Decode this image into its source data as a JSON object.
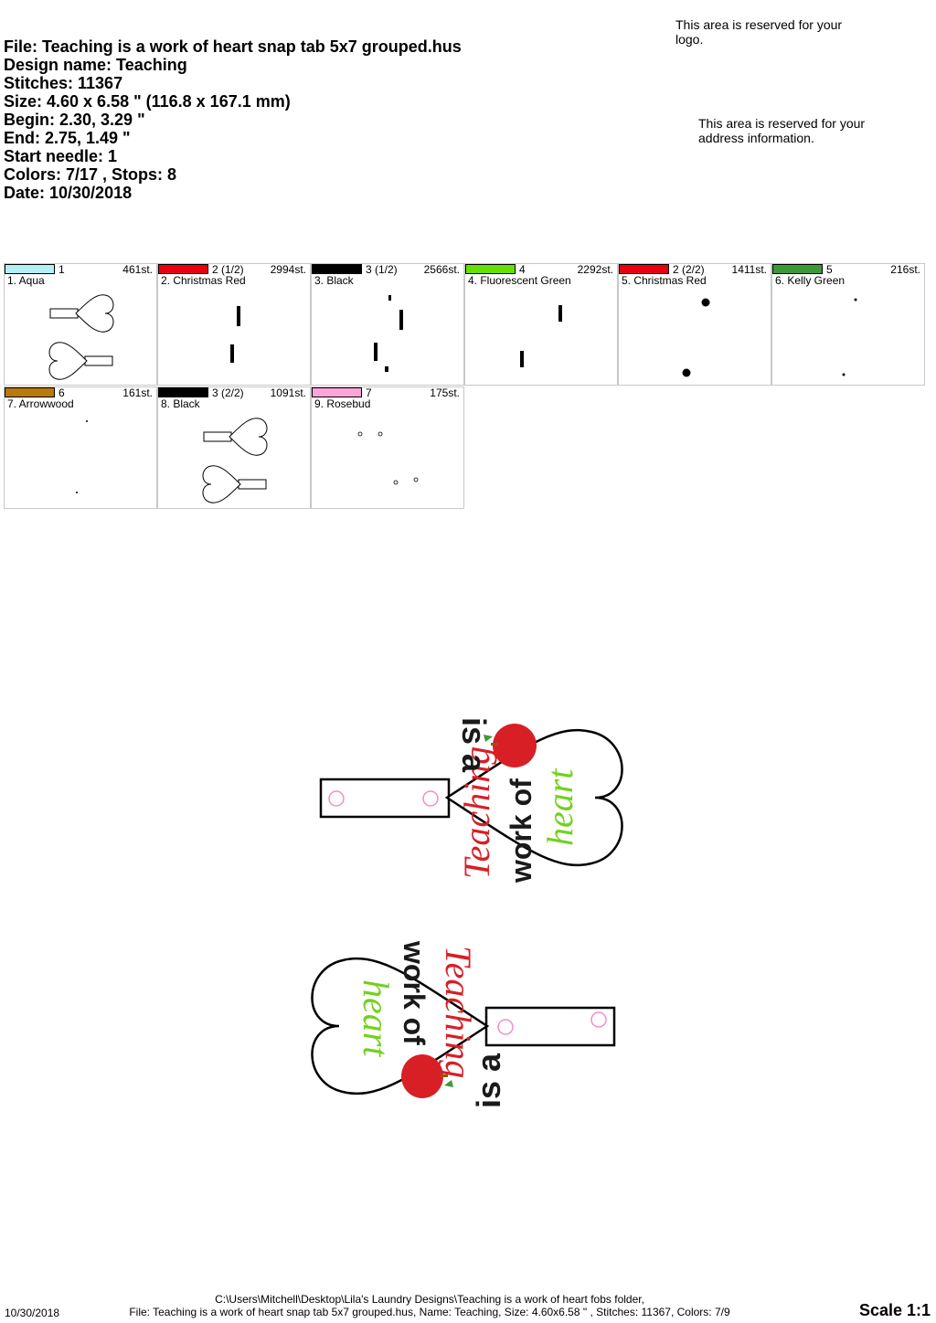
{
  "header": {
    "file": "File: Teaching is a work of heart snap tab 5x7 grouped.hus",
    "design_name": "Design name: Teaching",
    "stitches": "Stitches: 11367",
    "size": "Size: 4.60 x 6.58 \" (116.8 x 167.1 mm)",
    "begin": "Begin: 2.30, 3.29 \"",
    "end": "End: 2.75, 1.49 \"",
    "start_needle": "Start needle: 1",
    "colors": "Colors: 7/17 , Stops: 8",
    "date": "Date: 10/30/2018"
  },
  "reserved": {
    "logo": "This area is reserved for your logo.",
    "address": "This area is reserved for your address information."
  },
  "color_steps": [
    {
      "needle": "1",
      "stitches": "461st.",
      "name": "1. Aqua",
      "color": "#b3f0f5",
      "preview": "hearts"
    },
    {
      "needle": "2 (1/2)",
      "stitches": "2994st.",
      "name": "2. Christmas Red",
      "color": "#e8000f",
      "preview": "red-text"
    },
    {
      "needle": "3 (1/2)",
      "stitches": "2566st.",
      "name": "3. Black",
      "color": "#000000",
      "preview": "black-text"
    },
    {
      "needle": "4",
      "stitches": "2292st.",
      "name": "4. Fluorescent Green",
      "color": "#66e000",
      "preview": "green-text"
    },
    {
      "needle": "2 (2/2)",
      "stitches": "1411st.",
      "name": "5. Christmas Red",
      "color": "#e8000f",
      "preview": "apples"
    },
    {
      "needle": "5",
      "stitches": "216st.",
      "name": "6. Kelly Green",
      "color": "#3a9b35",
      "preview": "leaves"
    },
    {
      "needle": "6",
      "stitches": "161st.",
      "name": "7. Arrowwood",
      "color": "#b87a0a",
      "preview": "stems"
    },
    {
      "needle": "3 (2/2)",
      "stitches": "1091st.",
      "name": "8. Black",
      "color": "#000000",
      "preview": "hearts"
    },
    {
      "needle": "7",
      "stitches": "175st.",
      "name": "9. Rosebud",
      "color": "#fca5d9",
      "preview": "snaps"
    }
  ],
  "design": {
    "line1": "Teaching",
    "line2": "is a",
    "line3": "work of",
    "line4": "heart",
    "text_red": "#d81f26",
    "text_black": "#1a1a1a",
    "text_green": "#73d11b"
  },
  "footer": {
    "date": "10/30/2018",
    "path": "C:\\Users\\Mitchell\\Desktop\\Lila's Laundry Designs\\Teaching is a work of heart fobs folder,",
    "summary": "File: Teaching is a work of heart snap tab 5x7 grouped.hus, Name: Teaching, Size: 4.60x6.58 \" , Stitches: 11367, Colors: 7/9",
    "scale": "Scale 1:1"
  }
}
